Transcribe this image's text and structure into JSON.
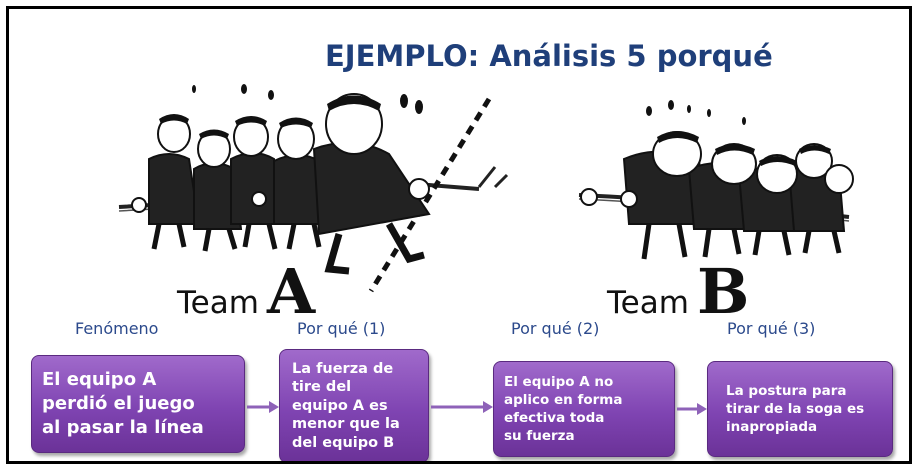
{
  "title": "EJEMPLO: Análisis 5 porqué",
  "teams": {
    "a": {
      "word": "Team",
      "letter": "A"
    },
    "b": {
      "word": "Team",
      "letter": "B"
    }
  },
  "steps": [
    {
      "label": "Fenómeno",
      "text": "El equipo A\nperdió el juego\nal pasar la línea"
    },
    {
      "label": "Por qué (1)",
      "text": "La fuerza de\ntire del\nequipo A es\nmenor que la\ndel equipo B"
    },
    {
      "label": "Por qué (2)",
      "text": "El equipo A no\naplico en forma\nefectiva toda\nsu fuerza"
    },
    {
      "label": "Por qué (3)",
      "text": "La postura para\ntirar de la soga es\ninapropiada"
    }
  ],
  "colors": {
    "title": "#1f3f7a",
    "label": "#2c4a8c",
    "box": "#7f44b2",
    "arrow": "#8e62b8"
  },
  "illustration": "tug-of-war-cartoon"
}
